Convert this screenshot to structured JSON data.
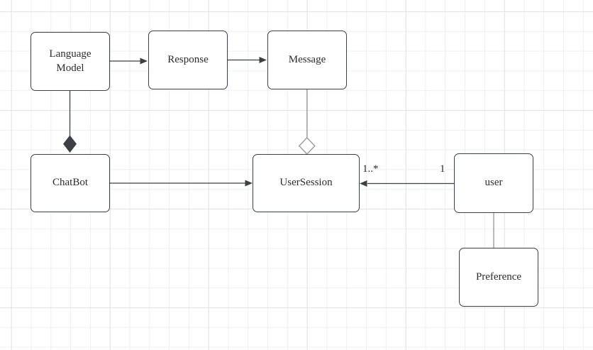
{
  "canvas": {
    "type": "uml-class-diagram",
    "background": "#ffffff",
    "grid_minor_color": "#efefef",
    "grid_major_color": "#e3e3e3"
  },
  "colors": {
    "node_border": "#3b4046",
    "node_fill": "#ffffff",
    "text": "#2b2b2b",
    "edge_dark": "#3b4046",
    "edge_light": "#9b9b9b"
  },
  "nodes": [
    {
      "id": "language-model",
      "label": "Language Model"
    },
    {
      "id": "response",
      "label": "Response"
    },
    {
      "id": "message",
      "label": "Message"
    },
    {
      "id": "chatbot",
      "label": "ChatBot"
    },
    {
      "id": "usersession",
      "label": "UserSession"
    },
    {
      "id": "user",
      "label": "user"
    },
    {
      "id": "preference",
      "label": "Preference"
    }
  ],
  "edges": [
    {
      "from": "Language Model",
      "to": "Response",
      "type": "directed-arrow"
    },
    {
      "from": "Response",
      "to": "Message",
      "type": "directed-arrow"
    },
    {
      "from": "Language Model",
      "to": "ChatBot",
      "type": "composition",
      "marker": "filled-diamond"
    },
    {
      "from": "Message",
      "to": "UserSession",
      "type": "aggregation",
      "marker": "hollow-diamond"
    },
    {
      "from": "ChatBot",
      "to": "UserSession",
      "type": "directed-arrow"
    },
    {
      "from": "user",
      "to": "UserSession",
      "type": "directed-arrow",
      "source_label": "1",
      "target_label": "1..*"
    },
    {
      "from": "user",
      "to": "Preference",
      "type": "line"
    }
  ]
}
